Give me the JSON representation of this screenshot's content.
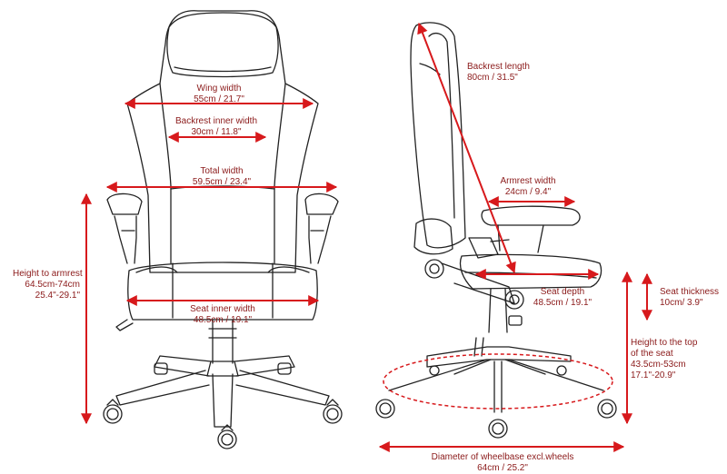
{
  "colors": {
    "line": "#222222",
    "measure": "#d7191c",
    "text": "#8b1a1a",
    "background": "#ffffff"
  },
  "front_view": {
    "wing_width": {
      "title": "Wing width",
      "value": "55cm / 21.7\""
    },
    "backrest_inner_width": {
      "title": "Backrest inner width",
      "value": "30cm / 11.8\""
    },
    "total_width": {
      "title": "Total width",
      "value": "59.5cm / 23.4\""
    },
    "seat_inner_width": {
      "title": "Seat inner width",
      "value": "48.5cm / 19.1\""
    },
    "height_to_armrest": {
      "title": "Height to armrest",
      "value_cm": "64.5cm-74cm",
      "value_in": "25.4\"-29.1\""
    }
  },
  "side_view": {
    "backrest_length": {
      "title": "Backrest length",
      "value": "80cm / 31.5\""
    },
    "armrest_width": {
      "title": "Armrest width",
      "value": "24cm / 9.4\""
    },
    "seat_depth": {
      "title": "Seat depth",
      "value": "48.5cm / 19.1\""
    },
    "seat_thickness": {
      "title": "Seat thickness",
      "value": "10cm/ 3.9\""
    },
    "height_to_seat": {
      "line1": "Height to the top",
      "line2": "of the seat",
      "value_cm": "43.5cm-53cm",
      "value_in": "17.1\"-20.9\""
    },
    "wheelbase_diameter": {
      "title": "Diameter of wheelbase excl.wheels",
      "value": "64cm / 25.2\""
    }
  }
}
